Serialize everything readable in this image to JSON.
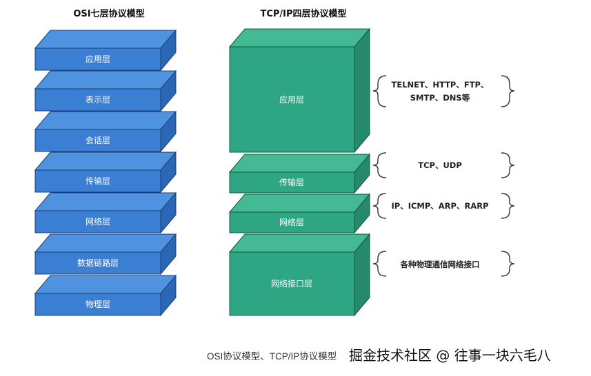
{
  "osi": {
    "title": "OSI七层协议模型",
    "layers": [
      "应用层",
      "表示层",
      "会话层",
      "传输层",
      "网络层",
      "数据链路层",
      "物理层"
    ]
  },
  "tcpip": {
    "title": "TCP/IP四层协议模型",
    "layers": [
      "应用层",
      "传输层",
      "网络层",
      "网络接口层"
    ],
    "protocols": [
      [
        "TELNET、HTTP、FTP、",
        "SMTP、DNS等"
      ],
      [
        "TCP、UDP"
      ],
      [
        "IP、ICMP、ARP、RARP"
      ],
      [
        "各种物理通信网络接口"
      ]
    ]
  },
  "caption": "OSI协议模型、TCP/IP协议模型",
  "watermark": "掘金技术社区 @ 往事一块六毛八",
  "colors": {
    "osi_front": "#3a7fd3",
    "osi_top": "#4f92e0",
    "osi_side": "#2a68b7",
    "tcp_front": "#2fa683",
    "tcp_top": "#43b994",
    "tcp_side": "#248a6b"
  }
}
